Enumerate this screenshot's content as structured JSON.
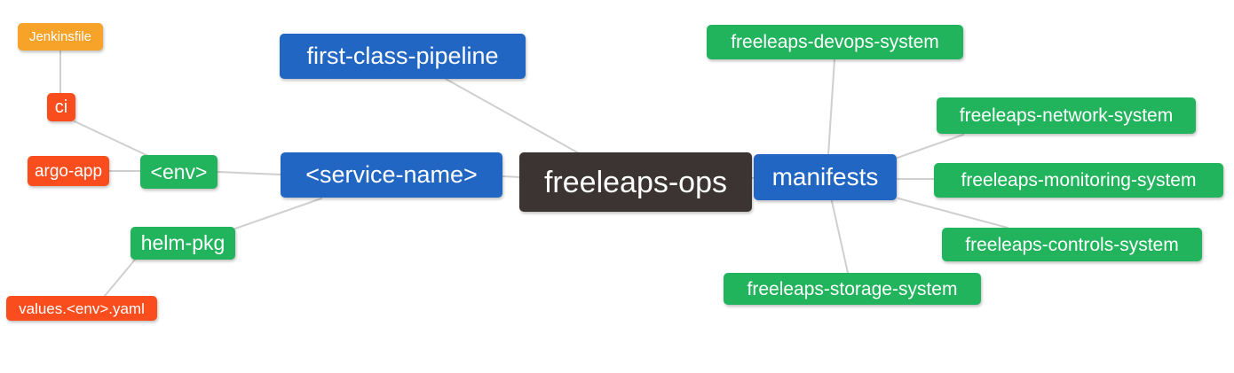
{
  "diagram": {
    "type": "mindmap",
    "root_label": "freeleaps-ops",
    "nodes": {
      "root": {
        "label": "freeleaps-ops",
        "level": "root"
      },
      "first_class_pipeline": {
        "label": "first-class-pipeline",
        "level": "level1"
      },
      "service_name": {
        "label": "<service-name>",
        "level": "level1"
      },
      "manifests": {
        "label": "manifests",
        "level": "level1"
      },
      "env": {
        "label": "<env>",
        "level": "level2"
      },
      "helm_pkg": {
        "label": "helm-pkg",
        "level": "level2"
      },
      "devops_system": {
        "label": "freeleaps-devops-system",
        "level": "level2"
      },
      "network_system": {
        "label": "freeleaps-network-system",
        "level": "level2"
      },
      "monitoring_system": {
        "label": "freeleaps-monitoring-system",
        "level": "level2"
      },
      "controls_system": {
        "label": "freeleaps-controls-system",
        "level": "level2"
      },
      "storage_system": {
        "label": "freeleaps-storage-system",
        "level": "level2"
      },
      "ci": {
        "label": "ci",
        "level": "level3"
      },
      "argo_app": {
        "label": "argo-app",
        "level": "level3"
      },
      "values_env_yaml": {
        "label": "values.<env>.yaml",
        "level": "level3"
      },
      "jenkinsfile": {
        "label": "Jenkinsfile",
        "level": "level4"
      }
    },
    "edges": [
      {
        "from": "jenkinsfile",
        "to": "ci"
      },
      {
        "from": "ci",
        "to": "env"
      },
      {
        "from": "argo_app",
        "to": "env"
      },
      {
        "from": "env",
        "to": "service_name"
      },
      {
        "from": "values_env_yaml",
        "to": "helm_pkg"
      },
      {
        "from": "helm_pkg",
        "to": "service_name"
      },
      {
        "from": "service_name",
        "to": "root"
      },
      {
        "from": "first_class_pipeline",
        "to": "root"
      },
      {
        "from": "root",
        "to": "manifests"
      },
      {
        "from": "manifests",
        "to": "devops_system"
      },
      {
        "from": "manifests",
        "to": "network_system"
      },
      {
        "from": "manifests",
        "to": "monitoring_system"
      },
      {
        "from": "manifests",
        "to": "controls_system"
      },
      {
        "from": "manifests",
        "to": "storage_system"
      }
    ],
    "colors": {
      "root": "#3B3432",
      "level1": "#2266C3",
      "level2": "#21B45C",
      "level3": "#F94D1D",
      "level4": "#F7A229",
      "edge": "#CFCFCF",
      "text": "#FFFFFF",
      "background": "#FFFFFF"
    }
  }
}
